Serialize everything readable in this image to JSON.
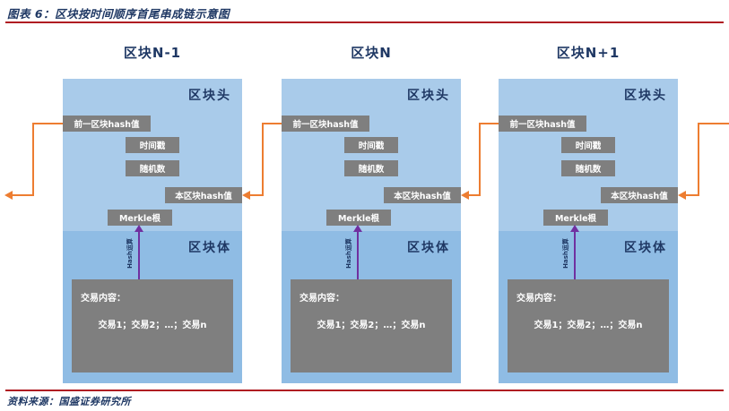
{
  "figure": {
    "title": "图表 6：区块按时间顺序首尾串成链示意图",
    "source": "资料来源：国盛证券研究所"
  },
  "colors": {
    "rule_red": "#B01C22",
    "navy_text": "#1F3864",
    "header_blue": "#A9CBEA",
    "body_blue": "#8FBCE4",
    "box_gray": "#7F7F7F",
    "chain_arrow_orange": "#ED7D31",
    "hash_arrow_purple": "#7030A0"
  },
  "labels": {
    "header": "区块头",
    "body": "区块体",
    "prev_hash": "前一区块hash值",
    "timestamp": "时间戳",
    "nonce": "随机数",
    "this_hash": "本区块hash值",
    "merkle": "Merkle根",
    "hash_op": "Hash运算",
    "tx_title": "交易内容：",
    "tx_list": "交易1；交易2；…；交易n"
  },
  "blocks": [
    {
      "title": "区块N-1"
    },
    {
      "title": "区块N"
    },
    {
      "title": "区块N+1"
    }
  ]
}
